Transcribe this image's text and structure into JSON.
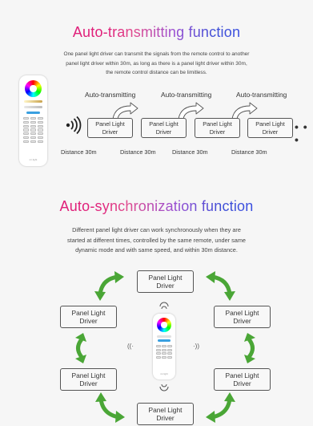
{
  "section1": {
    "title_part1": "Auto-",
    "title_part2": "transmitting function",
    "description_lines": [
      "One panel light driver can transmit the signals from the remote control to another",
      "panel light driver within 30m, as long as there is a panel light driver within 30m,",
      "the remote control distance can be limitless."
    ],
    "auto_labels": [
      "Auto-transmitting",
      "Auto-transmitting",
      "Auto-transmitting"
    ],
    "drivers": [
      {
        "line1": "Panel Light",
        "line2": "Driver"
      },
      {
        "line1": "Panel Light",
        "line2": "Driver"
      },
      {
        "line1": "Panel Light",
        "line2": "Driver"
      },
      {
        "line1": "Panel Light",
        "line2": "Driver"
      }
    ],
    "distances": [
      "Distance 30m",
      "Distance 30m",
      "Distance 30m",
      "Distance 30m"
    ],
    "continuation": "• • •",
    "remote_brand": "mi·light"
  },
  "section2": {
    "title_part1": "Auto-",
    "title_part2": "synchronization function",
    "description_lines": [
      "Different panel light driver can work synchronously when they are",
      "started at different times, controlled by the same remote, under same",
      "dynamic mode and with same speed, and within 30m distance."
    ],
    "drivers": [
      {
        "line1": "Panel Light",
        "line2": "Driver"
      },
      {
        "line1": "Panel Light",
        "line2": "Driver"
      },
      {
        "line1": "Panel Light",
        "line2": "Driver"
      },
      {
        "line1": "Panel Light",
        "line2": "Driver"
      },
      {
        "line1": "Panel Light",
        "line2": "Driver"
      },
      {
        "line1": "Panel Light",
        "line2": "Driver"
      }
    ],
    "signal_left": "((·",
    "signal_right": "·))",
    "remote_brand": "mi·light"
  },
  "colors": {
    "arrow_green": "#4aa636",
    "title_pink": "#e0207a",
    "title_blue": "#3a4fe0"
  }
}
